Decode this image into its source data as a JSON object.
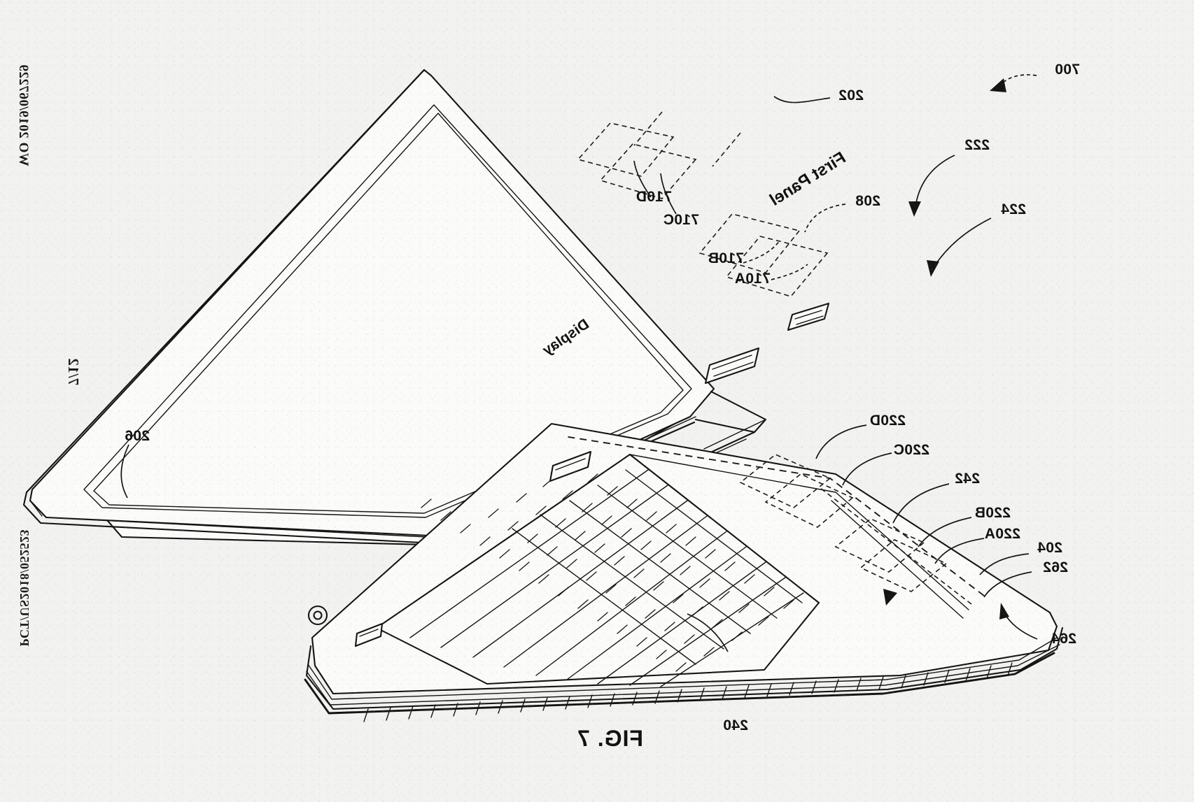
{
  "document": {
    "publication_number": "WO 2019/067229",
    "application_number": "PCT/US2018/052523",
    "sheet_number": "7/12",
    "figure_title": "FIG. 7"
  },
  "figure": {
    "assembly_ref": "700",
    "inline_labels": {
      "first_panel": "First Panel",
      "display": "Display"
    },
    "callouts": [
      {
        "id": "ref-700",
        "text": "700"
      },
      {
        "id": "ref-202",
        "text": "202"
      },
      {
        "id": "ref-222",
        "text": "222"
      },
      {
        "id": "ref-224",
        "text": "224"
      },
      {
        "id": "ref-208",
        "text": "208"
      },
      {
        "id": "ref-710A",
        "text": "710A"
      },
      {
        "id": "ref-710B",
        "text": "710B"
      },
      {
        "id": "ref-710C",
        "text": "710C"
      },
      {
        "id": "ref-710D",
        "text": "710D"
      },
      {
        "id": "ref-206",
        "text": "206"
      },
      {
        "id": "ref-220A",
        "text": "220A"
      },
      {
        "id": "ref-220B",
        "text": "220B"
      },
      {
        "id": "ref-220C",
        "text": "220C"
      },
      {
        "id": "ref-220D",
        "text": "220D"
      },
      {
        "id": "ref-242",
        "text": "242"
      },
      {
        "id": "ref-204",
        "text": "204"
      },
      {
        "id": "ref-262",
        "text": "262"
      },
      {
        "id": "ref-264",
        "text": "264"
      },
      {
        "id": "ref-240",
        "text": "240"
      }
    ]
  },
  "colors": {
    "paper": "#f2f2f0",
    "ink": "#141414"
  }
}
